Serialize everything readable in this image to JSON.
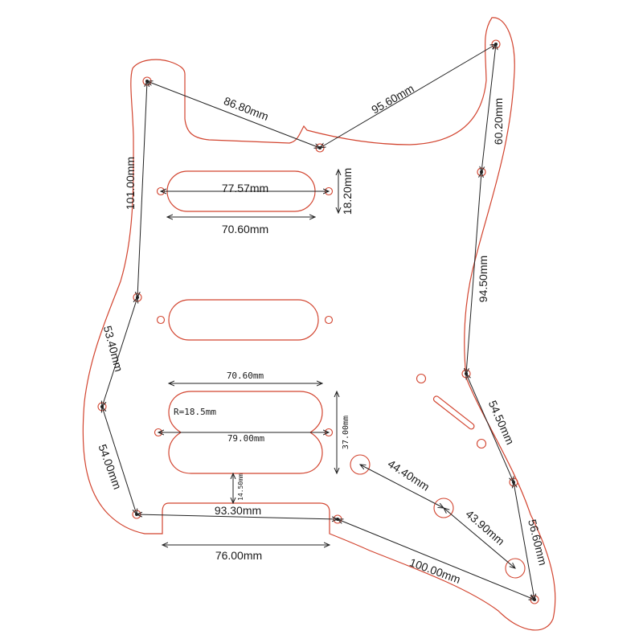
{
  "colors": {
    "outline": "#d2442f",
    "dimension": "#222222",
    "background": "#ffffff"
  },
  "dimensions": {
    "top_left_edge": "86.80mm",
    "top_right_edge": "95.60mm",
    "right_upper": "60.20mm",
    "left_upper": "101.00mm",
    "right_middle": "94.50mm",
    "left_middle": "53.40mm",
    "right_lower": "54.50mm",
    "left_lower": "54.00mm",
    "right_bottom": "56.60mm",
    "bottom_edge": "100.00mm",
    "knob_spacing_1": "44.40mm",
    "knob_spacing_2": "43.90mm",
    "neck_pickup_holes": "77.57mm",
    "neck_pickup_height": "18.20mm",
    "neck_pickup_width": "70.60mm",
    "humbucker_width": "70.60mm",
    "humbucker_holes": "79.00mm",
    "humbucker_height": "37.00mm",
    "humbucker_radius": "R=18.5mm",
    "humbucker_gap": "14.50mm",
    "bottom_cutout_span": "93.30mm",
    "bottom_cutout_width": "76.00mm"
  }
}
